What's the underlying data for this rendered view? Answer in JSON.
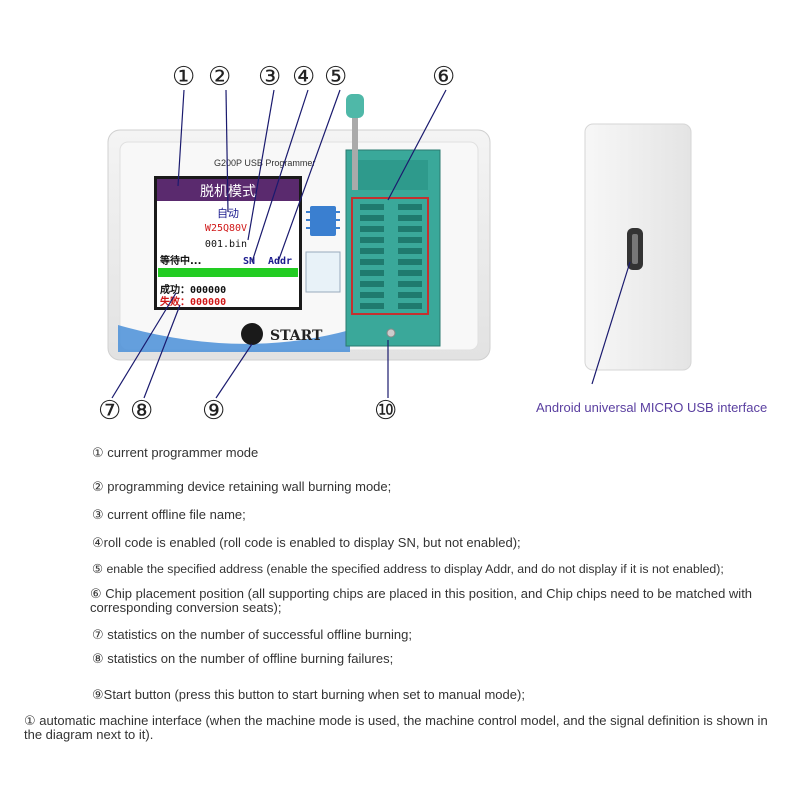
{
  "device": {
    "model_label": "G200P USB Programmer",
    "start_label": "START"
  },
  "screen": {
    "mode_title": "脱机模式",
    "mode": "自动",
    "chip": "W25Q80V",
    "file": "001.bin",
    "status": "等待中...",
    "sn": "SN",
    "addr": "Addr",
    "success_line": "成功：000000",
    "fail_line": "失败：000000"
  },
  "callout_numbers": [
    "①",
    "②",
    "③",
    "④",
    "⑤",
    "⑥",
    "⑦",
    "⑧",
    "⑨",
    "⑩"
  ],
  "interface_label": "Android universal MICRO USB interface",
  "descriptions": [
    "① current programmer mode",
    "② programming device retaining wall burning mode;",
    "③ current offline file name;",
    "④roll code is enabled (roll code is enabled to display SN, but not enabled);",
    "⑤ enable the specified address (enable the specified address to display Addr, and do not display if it is not enabled);",
    "⑥ Chip placement position (all supporting chips are placed in this position, and Chip chips need to be matched with corresponding conversion seats);",
    "⑦ statistics on the number of successful offline burning;",
    "⑧ statistics on the number of offline burning failures;",
    "⑨Start button (press this button to start burning when set to manual mode);",
    "① automatic machine interface (when the machine mode is used, the machine control model, and the signal definition is shown in the diagram next to it)."
  ],
  "colors": {
    "lcd_title_bg": "#5a2a6e",
    "lcd_bar": "#22cc22",
    "lcd_red": "#d01818",
    "socket_bg": "#3aa89a",
    "callout_line": "#1a1a6e",
    "iface_text": "#5a3fa0"
  }
}
